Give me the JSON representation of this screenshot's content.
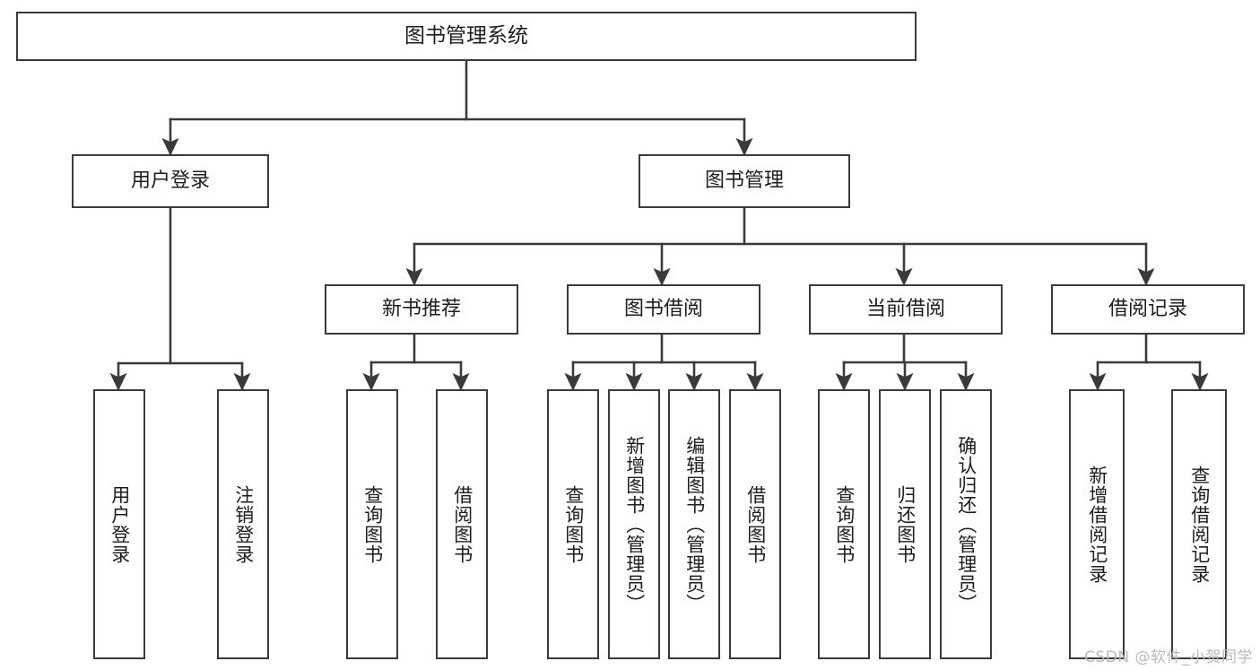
{
  "diagram": {
    "title": "图书管理系统",
    "type": "hierarchy-tree",
    "line_color": "#3a3a3a",
    "box_fill": "#ffffff",
    "text_color": "#1d1d1d",
    "watermark": "CSDN @软件_小贺同学",
    "nodes": {
      "root": {
        "label": "图书管理系统"
      },
      "level1": [
        {
          "id": "user-login",
          "label": "用户登录"
        },
        {
          "id": "book-manage",
          "label": "图书管理"
        }
      ],
      "level2": [
        {
          "id": "new-book-rec",
          "label": "新书推荐",
          "parent": "book-manage"
        },
        {
          "id": "book-borrow",
          "label": "图书借阅",
          "parent": "book-manage"
        },
        {
          "id": "current-borrow",
          "label": "当前借阅",
          "parent": "book-manage"
        },
        {
          "id": "borrow-record",
          "label": "借阅记录",
          "parent": "book-manage"
        }
      ],
      "leaves": [
        {
          "id": "leaf-user-login",
          "label": "用户登录",
          "parent": "user-login"
        },
        {
          "id": "leaf-logout",
          "label": "注销登录",
          "parent": "user-login"
        },
        {
          "id": "leaf-query-book-1",
          "label": "查询图书",
          "parent": "new-book-rec"
        },
        {
          "id": "leaf-borrow-book-1",
          "label": "借阅图书",
          "parent": "new-book-rec"
        },
        {
          "id": "leaf-query-book-2",
          "label": "查询图书",
          "parent": "book-borrow"
        },
        {
          "id": "leaf-add-book",
          "label": "新增图书（管理员）",
          "parent": "book-borrow"
        },
        {
          "id": "leaf-edit-book",
          "label": "编辑图书（管理员）",
          "parent": "book-borrow"
        },
        {
          "id": "leaf-borrow-book-2",
          "label": "借阅图书",
          "parent": "book-borrow"
        },
        {
          "id": "leaf-query-book-3",
          "label": "查询图书",
          "parent": "current-borrow"
        },
        {
          "id": "leaf-return-book",
          "label": "归还图书",
          "parent": "current-borrow"
        },
        {
          "id": "leaf-confirm-return",
          "label": "确认归还（管理员）",
          "parent": "current-borrow"
        },
        {
          "id": "leaf-add-record",
          "label": "新增借阅记录",
          "parent": "borrow-record"
        },
        {
          "id": "leaf-query-record",
          "label": "查询借阅记录",
          "parent": "borrow-record"
        }
      ]
    }
  }
}
